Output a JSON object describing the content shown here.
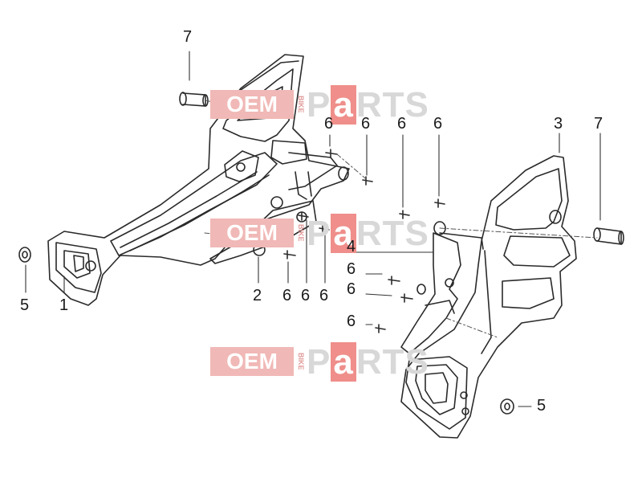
{
  "diagram": {
    "callouts": [
      {
        "id": "c7a",
        "text": "7"
      },
      {
        "id": "c6a",
        "text": "6"
      },
      {
        "id": "c6b",
        "text": "6"
      },
      {
        "id": "c6c",
        "text": "6"
      },
      {
        "id": "c6d",
        "text": "6"
      },
      {
        "id": "c3",
        "text": "3"
      },
      {
        "id": "c7b",
        "text": "7"
      },
      {
        "id": "c4",
        "text": "4"
      },
      {
        "id": "c6e",
        "text": "6"
      },
      {
        "id": "c6f",
        "text": "6"
      },
      {
        "id": "c6g",
        "text": "6"
      },
      {
        "id": "c5a",
        "text": "5"
      },
      {
        "id": "c1",
        "text": "1"
      },
      {
        "id": "c2",
        "text": "2"
      },
      {
        "id": "c6h",
        "text": "6"
      },
      {
        "id": "c6i",
        "text": "6"
      },
      {
        "id": "c6j",
        "text": "6"
      },
      {
        "id": "c5b",
        "text": "5"
      }
    ],
    "watermark": {
      "oem": "OEM",
      "bike": "BIKE",
      "parts_pre": "P",
      "parts_a": "a",
      "parts_post": "RTS"
    },
    "colors": {
      "line": "#2a2a2a",
      "watermark_red": "#ef8e8a",
      "watermark_gray": "#d8d8d8"
    }
  }
}
